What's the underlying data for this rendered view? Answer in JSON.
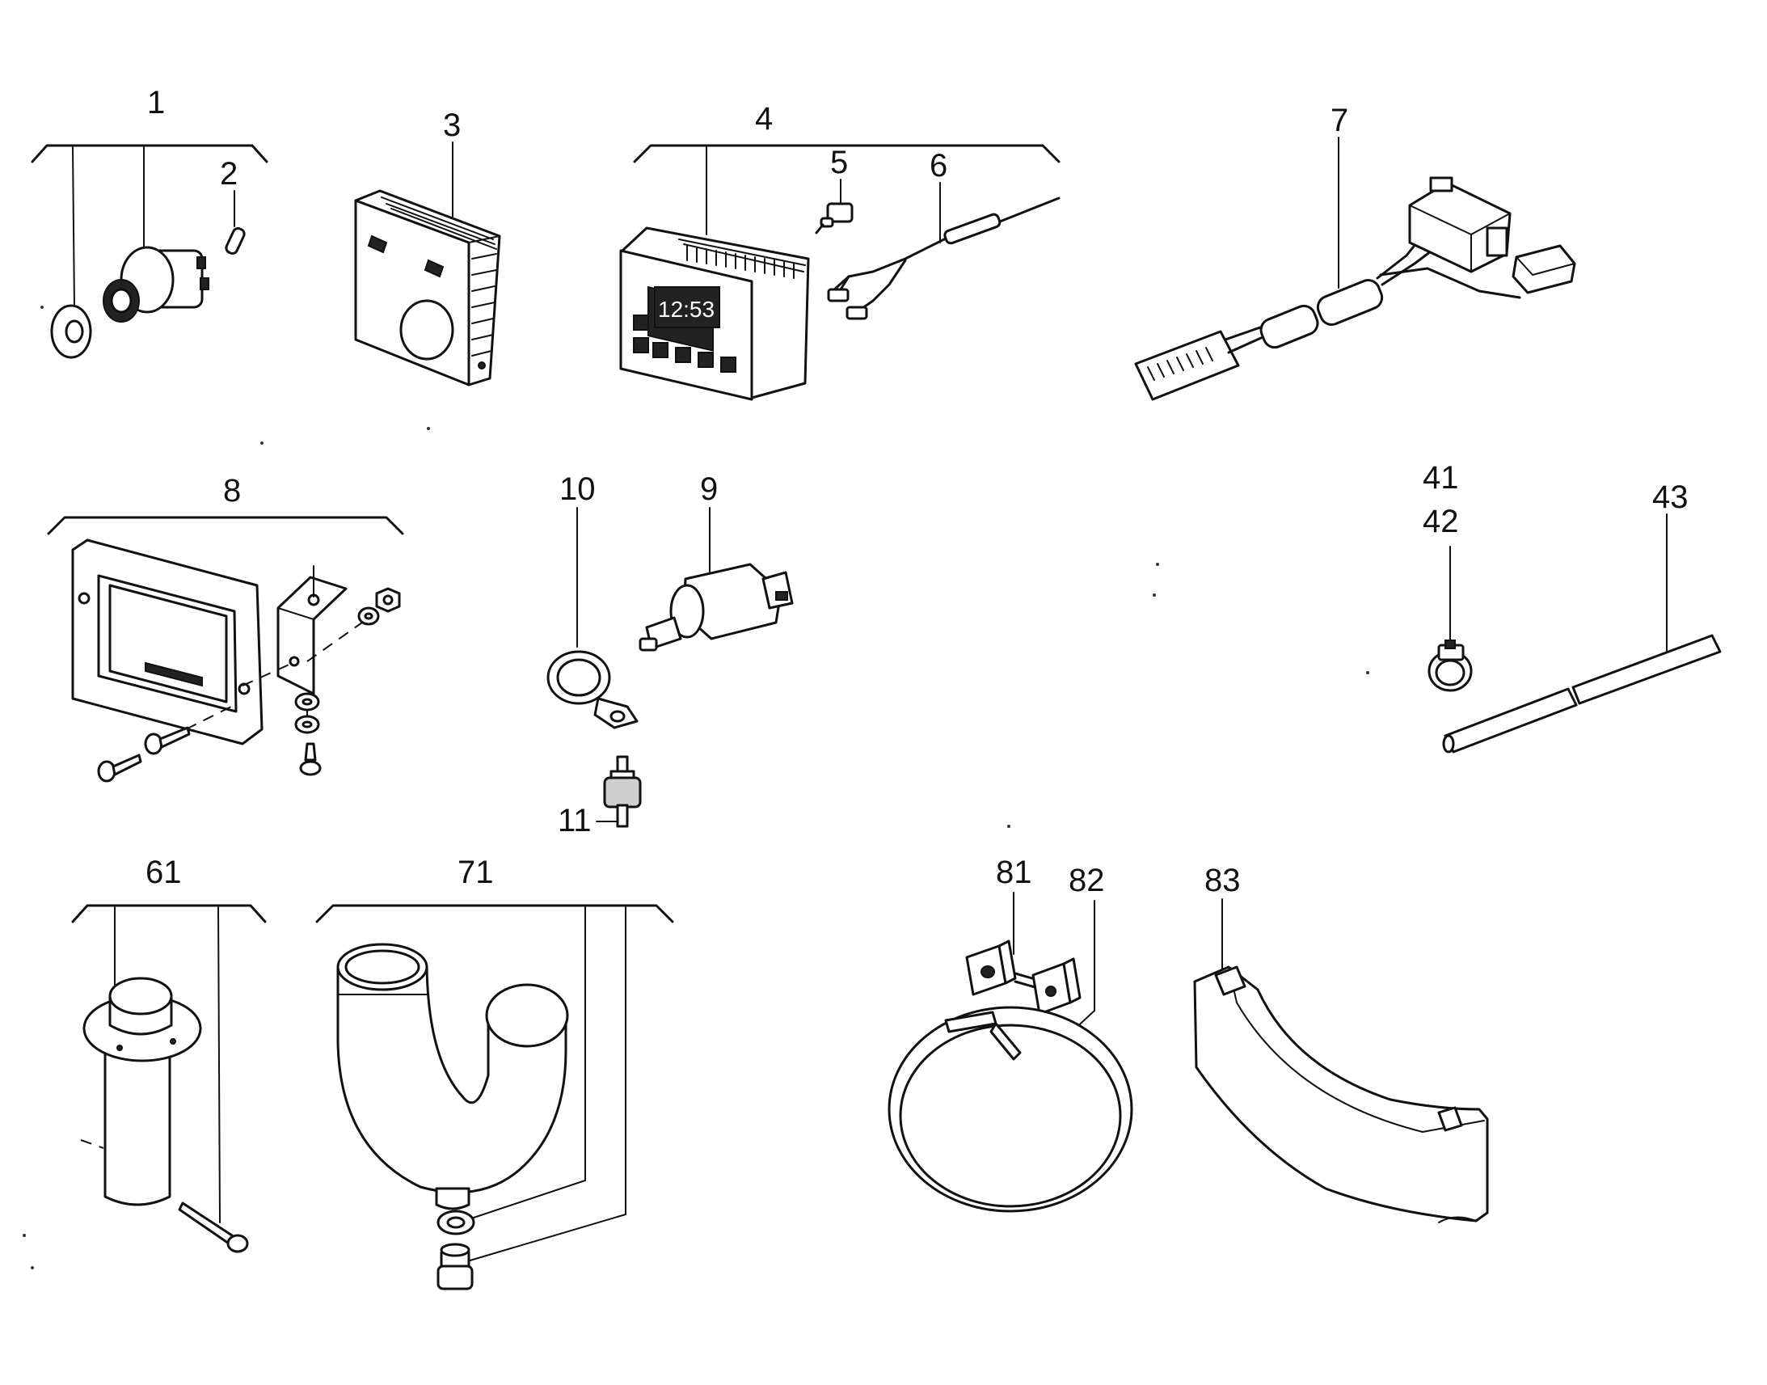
{
  "callouts": {
    "c1": "1",
    "c2": "2",
    "c3": "3",
    "c4": "4",
    "c5": "5",
    "c6": "6",
    "c7": "7",
    "c8": "8",
    "c9": "9",
    "c10": "10",
    "c11": "11",
    "c41": "41",
    "c42": "42",
    "c43": "43",
    "c61": "61",
    "c71": "71",
    "c81": "81",
    "c82": "82",
    "c83": "83"
  },
  "panel_display": "12:53"
}
